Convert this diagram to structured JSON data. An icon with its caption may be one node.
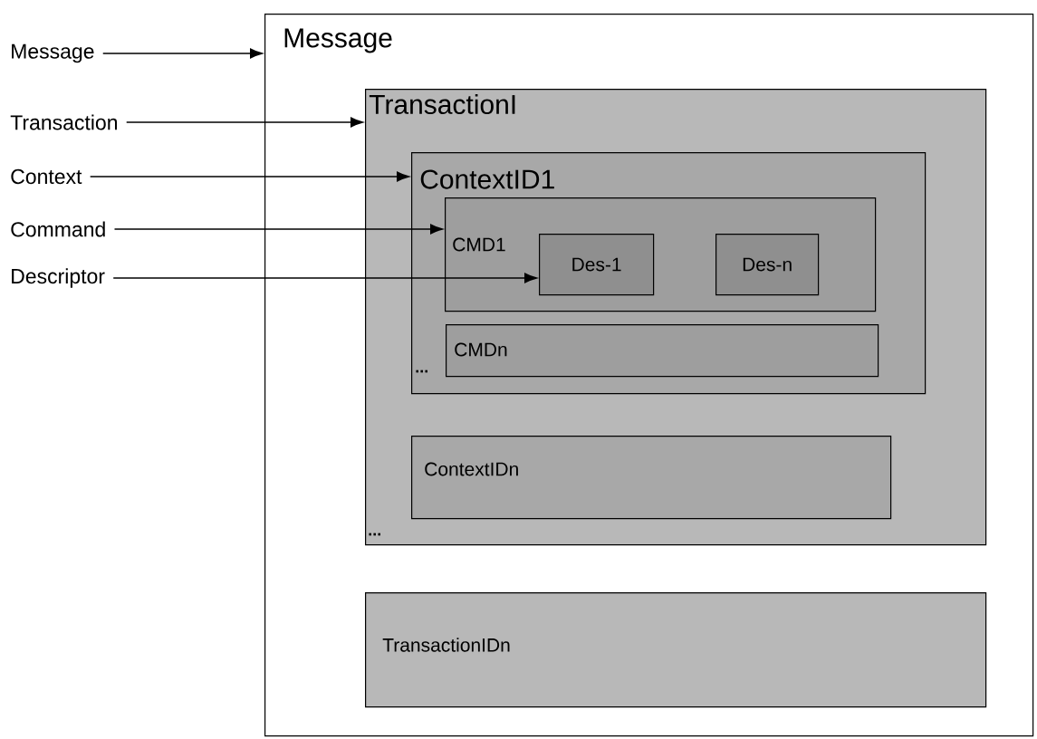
{
  "diagram": {
    "nodes": [
      {
        "text": [
          "Message"
        ]
      },
      {
        "text": [
          "Transaction"
        ]
      },
      {
        "text": [
          "Context"
        ]
      },
      {
        "text": [
          "Command"
        ]
      },
      {
        "text": [
          "Descriptor"
        ]
      },
      {
        "text": [
          "Message"
        ]
      },
      {
        "text": [
          "TransactionI"
        ],
        "in": 5
      },
      {
        "text": [
          "ContextID1"
        ],
        "in": 6
      },
      {
        "text": [
          "CMD1"
        ],
        "in": 7
      },
      {
        "text": [
          "Des-1"
        ],
        "in": 8
      },
      {
        "text": [
          "Des-n"
        ],
        "in": 8
      },
      {
        "text": [
          "CMDn"
        ],
        "in": 7
      },
      {
        "text": [
          "ContextIDn"
        ],
        "in": 6
      },
      {
        "text": [
          "TransactionIDn"
        ],
        "in": 5
      }
    ],
    "edges": [
      {
        "from": 0,
        "to": 5,
        "arrow": "to"
      },
      {
        "from": 1,
        "to": 6,
        "arrow": "to"
      },
      {
        "from": 2,
        "to": 7,
        "arrow": "to"
      },
      {
        "from": 3,
        "to": 8,
        "arrow": "to"
      },
      {
        "from": 4,
        "to": 9,
        "arrow": "to"
      }
    ],
    "labels": [
      "...",
      "..."
    ]
  }
}
